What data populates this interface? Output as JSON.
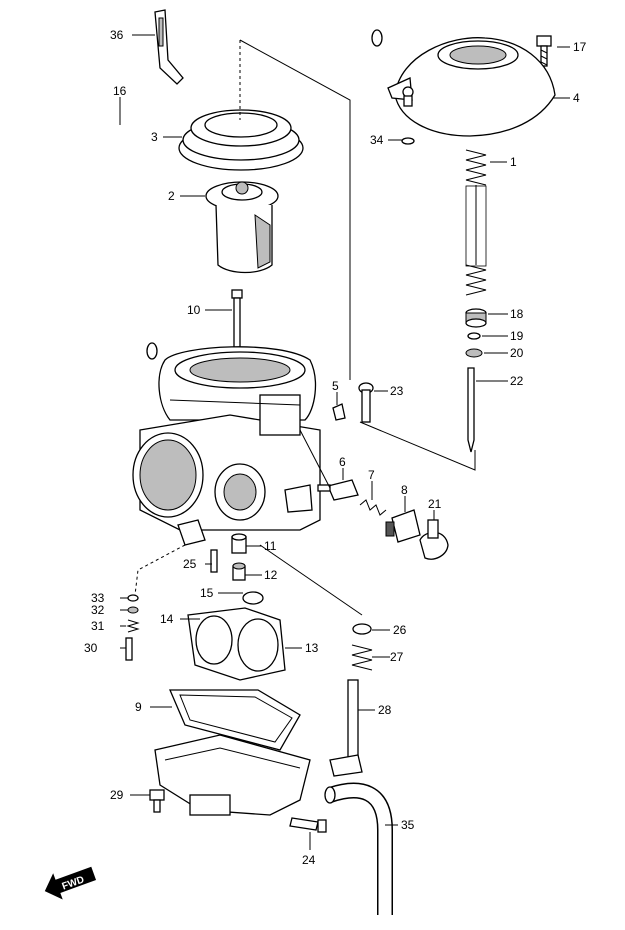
{
  "callouts": [
    {
      "num": "36"
    },
    {
      "num": "16"
    },
    {
      "num": "3"
    },
    {
      "num": "2"
    },
    {
      "num": "10"
    },
    {
      "num": "17"
    },
    {
      "num": "4"
    },
    {
      "num": "34"
    },
    {
      "num": "1"
    },
    {
      "num": "18"
    },
    {
      "num": "19"
    },
    {
      "num": "20"
    },
    {
      "num": "22"
    },
    {
      "num": "5"
    },
    {
      "num": "23"
    },
    {
      "num": "6"
    },
    {
      "num": "7"
    },
    {
      "num": "8"
    },
    {
      "num": "21"
    },
    {
      "num": "11"
    },
    {
      "num": "25"
    },
    {
      "num": "12"
    },
    {
      "num": "15"
    },
    {
      "num": "33"
    },
    {
      "num": "32"
    },
    {
      "num": "31"
    },
    {
      "num": "30"
    },
    {
      "num": "14"
    },
    {
      "num": "13"
    },
    {
      "num": "26"
    },
    {
      "num": "27"
    },
    {
      "num": "28"
    },
    {
      "num": "9"
    },
    {
      "num": "29"
    },
    {
      "num": "24"
    },
    {
      "num": "35"
    }
  ],
  "fwd_badge": "FWD"
}
